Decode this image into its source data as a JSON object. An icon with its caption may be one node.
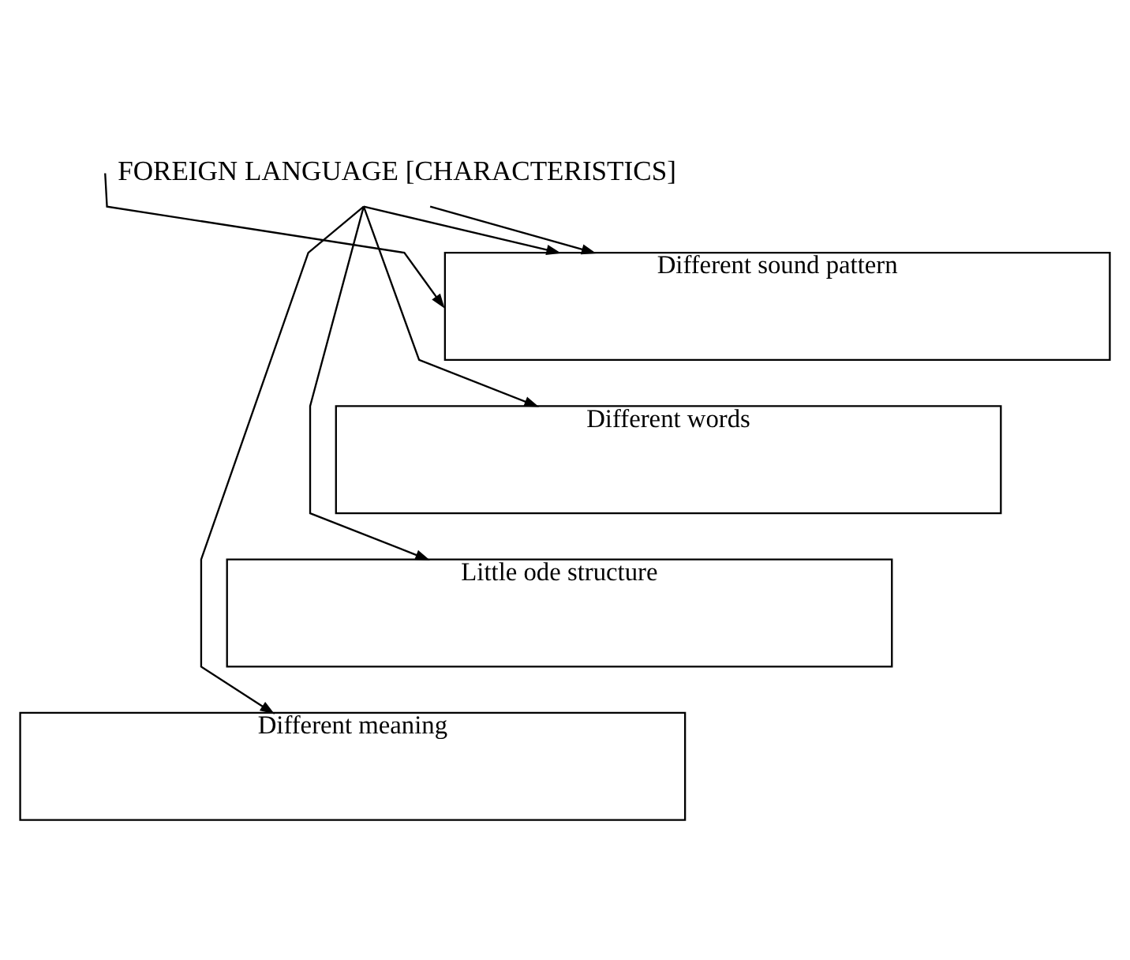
{
  "diagram": {
    "nodes": [
      {
        "text": [
          "FOREIGN LANGUAGE [CHARACTERISTICS]"
        ]
      },
      {
        "text": [
          "Different sound pattern"
        ]
      },
      {
        "text": [
          "Different words"
        ]
      },
      {
        "text": [
          "Little ode structure"
        ]
      },
      {
        "text": [
          "Different meaning"
        ]
      }
    ],
    "edges": [
      {
        "from": 0,
        "to": 1,
        "arrow": "to"
      },
      {
        "from": 0,
        "to": 1,
        "arrow": "to"
      },
      {
        "from": 0,
        "to": 1,
        "arrow": "to"
      },
      {
        "from": 0,
        "to": 2,
        "arrow": "to"
      },
      {
        "from": 0,
        "to": 3,
        "arrow": "to"
      },
      {
        "from": 0,
        "to": 4,
        "arrow": "to"
      }
    ]
  }
}
